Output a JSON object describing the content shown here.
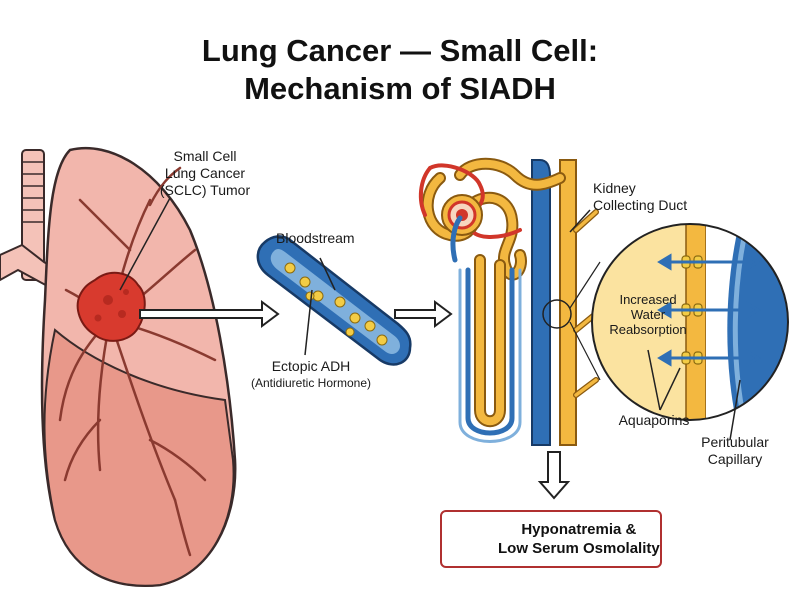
{
  "title": {
    "line1": "Lung Cancer — Small Cell:",
    "line2": "Mechanism of SIADH"
  },
  "labels": {
    "tumor_line1": "Small Cell",
    "tumor_line2": "Lung Cancer",
    "tumor_line3": "(SCLC) Tumor",
    "bloodstream": "Bloodstream",
    "adh_line1": "Ectopic ADH",
    "adh_line2": "(Antidiuretic Hormone)",
    "kidney_line1": "Kidney",
    "kidney_line2": "Collecting Duct",
    "reabsorb_line1": "Increased",
    "reabsorb_line2": "Water",
    "reabsorb_line3": "Reabsorption",
    "aquaporins": "Aquaporins",
    "capillary_line1": "Peritubular",
    "capillary_line2": "Capillary"
  },
  "result": {
    "line1": "Hyponatremia &",
    "line2": "Low Serum Osmolality"
  },
  "colors": {
    "lung_fill": "#f2b6ac",
    "lung_dark": "#e08a7c",
    "tumor": "#d83a2e",
    "vessel": "#2f6fb5",
    "vessel_light": "#7fb0dc",
    "adh_dot": "#f3cc45",
    "tubule": "#f3b840",
    "result_border": "#b03030",
    "down_arrow": "#d1362a"
  },
  "icons": {
    "result_indicator": "down-arrow-icon"
  }
}
